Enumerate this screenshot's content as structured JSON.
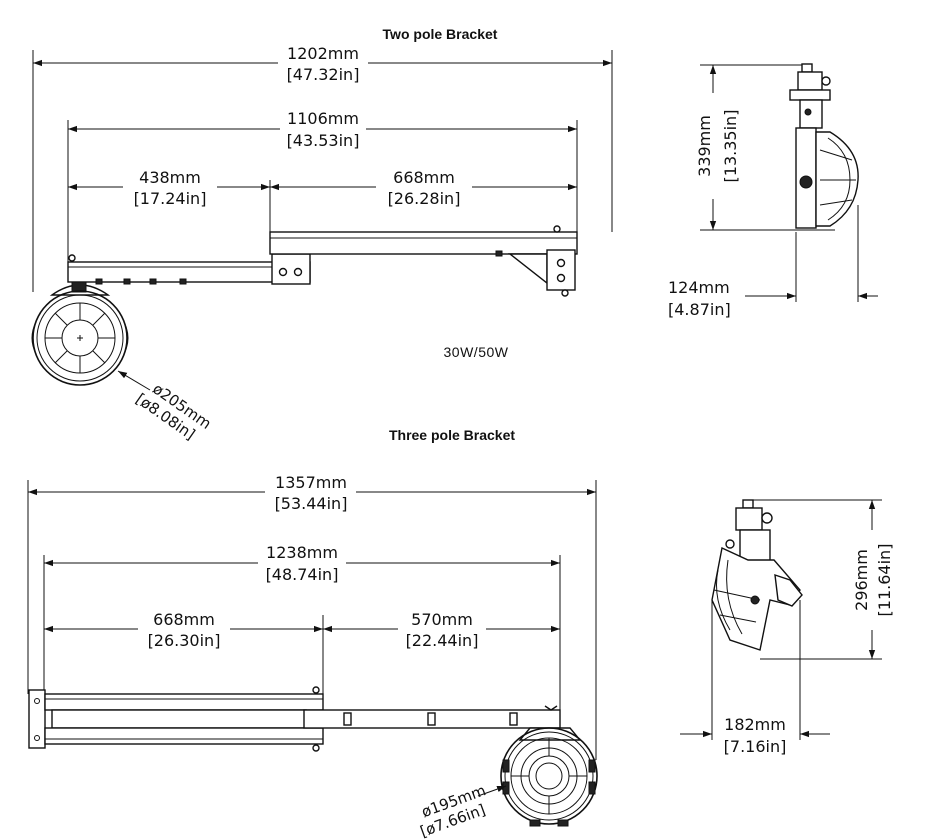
{
  "titles": {
    "two_pole": "Two pole  Bracket",
    "three_pole": "Three pole  Bracket",
    "power": "30W/50W"
  },
  "two_pole": {
    "overall": {
      "mm": "1202mm",
      "in": "[47.32in]"
    },
    "arm": {
      "mm": "1106mm",
      "in": "[43.53in]"
    },
    "left_seg": {
      "mm": "438mm",
      "in": "[17.24in]"
    },
    "right_seg": {
      "mm": "668mm",
      "in": "[26.28in]"
    },
    "diameter": {
      "mm": "ø205mm",
      "in": "[ø8.08in]"
    },
    "side_height": {
      "mm": "339mm",
      "in": "[13.35in]"
    },
    "side_depth": {
      "mm": "124mm",
      "in": "[4.87in]"
    }
  },
  "three_pole": {
    "overall": {
      "mm": "1357mm",
      "in": "[53.44in]"
    },
    "arm": {
      "mm": "1238mm",
      "in": "[48.74in]"
    },
    "left_seg": {
      "mm": "668mm",
      "in": "[26.30in]"
    },
    "right_seg": {
      "mm": "570mm",
      "in": "[22.44in]"
    },
    "diameter": {
      "mm": "ø195mm",
      "in": "[ø7.66in]"
    },
    "side_height": {
      "mm": "296mm",
      "in": "[11.64in]"
    },
    "side_depth": {
      "mm": "182mm",
      "in": "[7.16in]"
    }
  }
}
